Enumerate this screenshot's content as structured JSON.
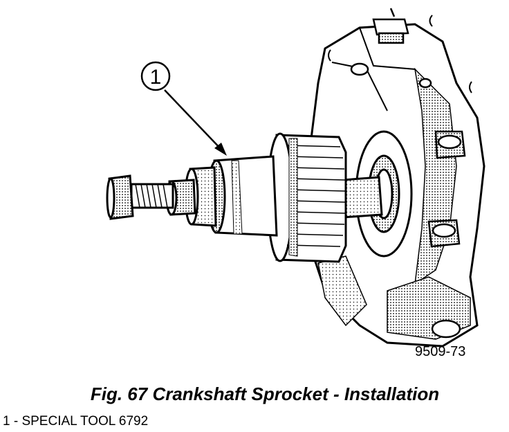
{
  "figure": {
    "callout_number": "1",
    "figure_code": "9509-73"
  },
  "caption": "Fig. 67 Crankshaft Sprocket - Installation",
  "legend": [
    {
      "text": "1 - SPECIAL TOOL 6792"
    }
  ]
}
